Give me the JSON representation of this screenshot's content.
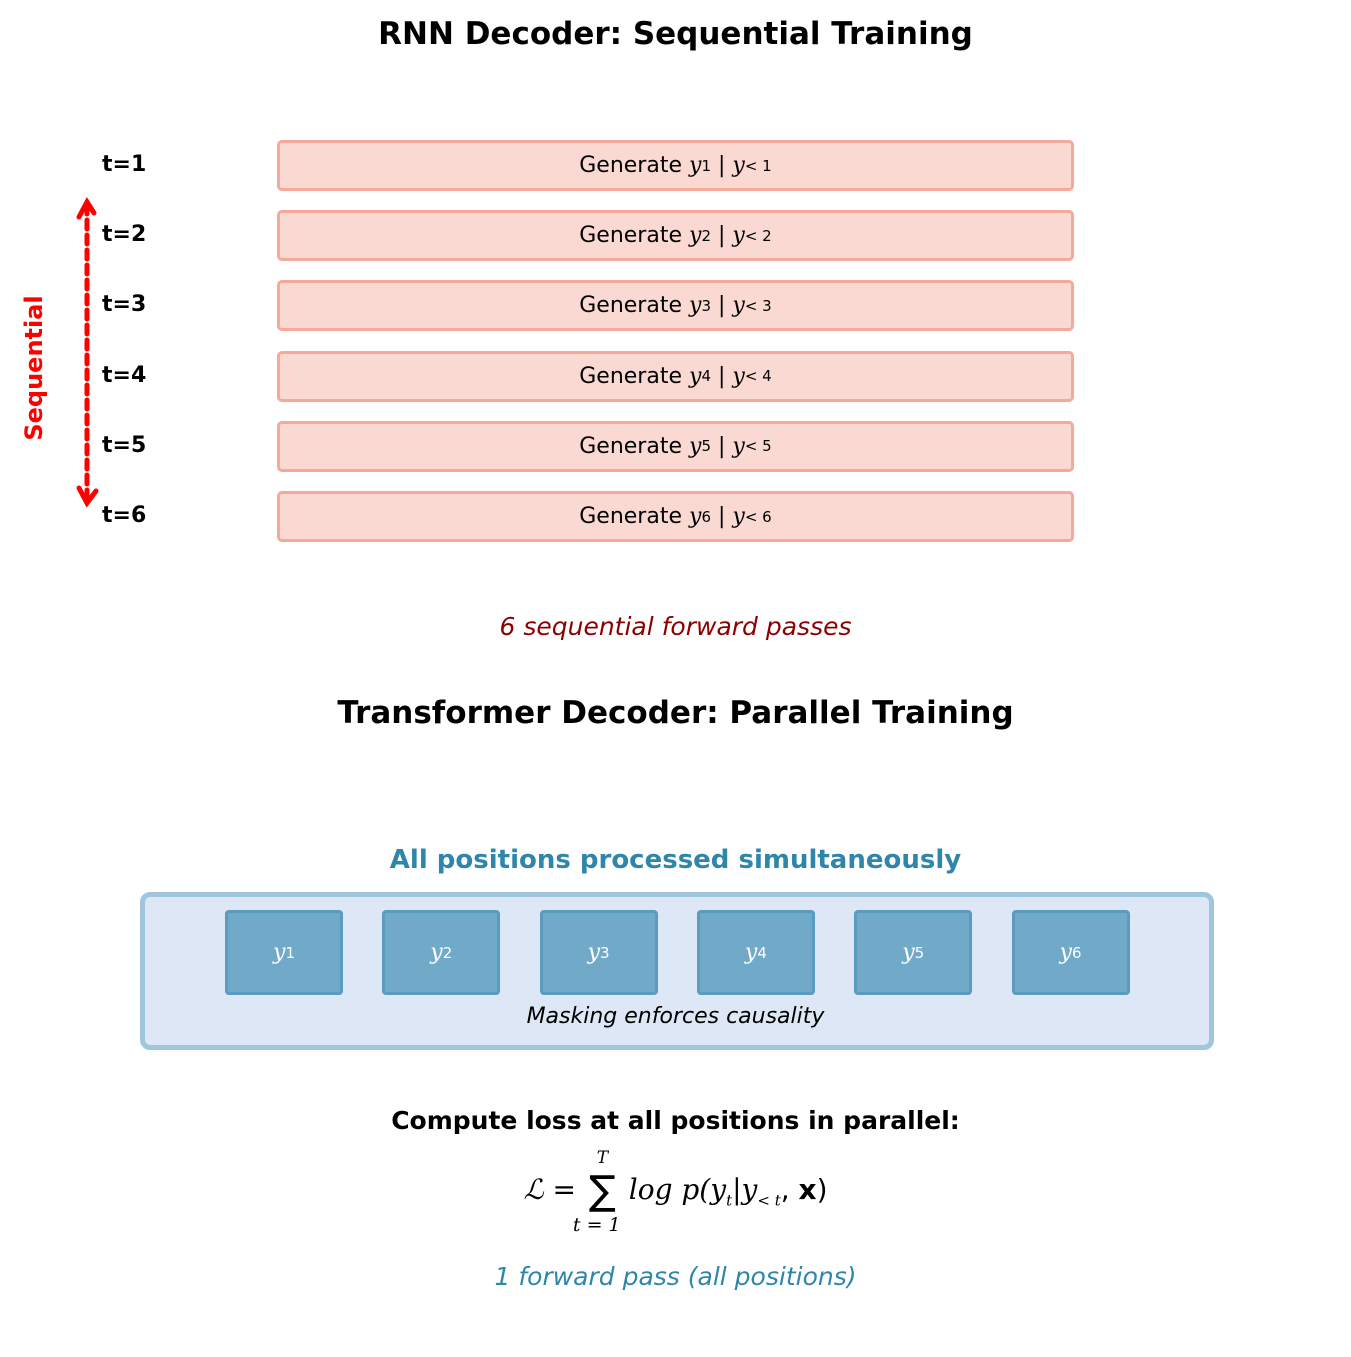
{
  "rnn": {
    "title": "RNN Decoder: Sequential Training",
    "side_label": "Sequential",
    "rows": [
      {
        "t": "t=1",
        "prefix": "Generate",
        "y": "y",
        "sub": "1",
        "bar": "|",
        "ctx_sub": "< 1"
      },
      {
        "t": "t=2",
        "prefix": "Generate",
        "y": "y",
        "sub": "2",
        "bar": "|",
        "ctx_sub": "< 2"
      },
      {
        "t": "t=3",
        "prefix": "Generate",
        "y": "y",
        "sub": "3",
        "bar": "|",
        "ctx_sub": "< 3"
      },
      {
        "t": "t=4",
        "prefix": "Generate",
        "y": "y",
        "sub": "4",
        "bar": "|",
        "ctx_sub": "< 4"
      },
      {
        "t": "t=5",
        "prefix": "Generate",
        "y": "y",
        "sub": "5",
        "bar": "|",
        "ctx_sub": "< 5"
      },
      {
        "t": "t=6",
        "prefix": "Generate",
        "y": "y",
        "sub": "6",
        "bar": "|",
        "ctx_sub": "< 6"
      }
    ],
    "caption": "6 sequential forward passes"
  },
  "transformer": {
    "title": "Transformer Decoder: Parallel Training",
    "tokens": [
      {
        "y": "y",
        "sub": "1"
      },
      {
        "y": "y",
        "sub": "2"
      },
      {
        "y": "y",
        "sub": "3"
      },
      {
        "y": "y",
        "sub": "4"
      },
      {
        "y": "y",
        "sub": "5"
      },
      {
        "y": "y",
        "sub": "6"
      }
    ],
    "box_label": "All positions processed simultaneously",
    "mask_label": "Masking enforces causality",
    "loss_heading": "Compute loss at all positions in parallel:",
    "formula": {
      "lhs": "ℒ =",
      "sum": "∑",
      "upper": "T",
      "lower": "t = 1",
      "body": "log p(y",
      "body_sub": "t",
      "mid": "|y",
      "mid_sub": "< t",
      "tail": ", ",
      "bold_x": "x",
      "close": ")"
    },
    "caption": "1 forward pass (all positions)"
  },
  "colors": {
    "rnn_fill": "#fad9d3",
    "rnn_border": "#f4a99a",
    "seq_red": "#ff0000",
    "dark_red": "#8b0000",
    "blue_text": "#2e86ab",
    "token_fill": "#71aac9",
    "panel_fill": "#dde7f6"
  }
}
